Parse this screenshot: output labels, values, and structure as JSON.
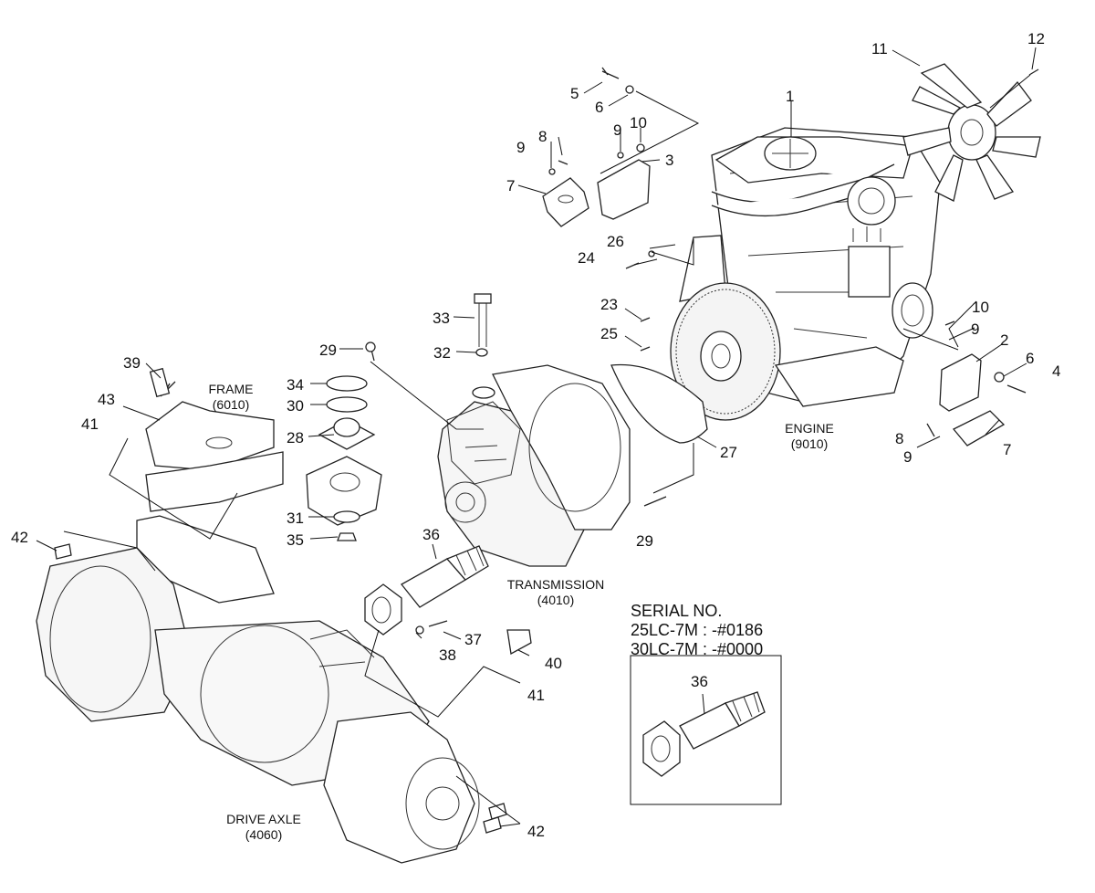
{
  "assemblies": {
    "frame": {
      "name": "FRAME",
      "code": "(6010)"
    },
    "engine": {
      "name": "ENGINE",
      "code": "(9010)"
    },
    "transmission": {
      "name": "TRANSMISSION",
      "code": "(4010)"
    },
    "drive_axle": {
      "name": "DRIVE AXLE",
      "code": "(4060)"
    }
  },
  "serial": {
    "title": "SERIAL NO.",
    "line1": "25LC-7M : -#0186",
    "line2": "30LC-7M : -#0000",
    "inset_part": "36"
  },
  "callouts": {
    "c1": "1",
    "c2": "2",
    "c3": "3",
    "c4": "4",
    "c5": "5",
    "c6a": "6",
    "c6b": "6",
    "c7a": "7",
    "c7b": "7",
    "c8a": "8",
    "c8b": "8",
    "c9a": "9",
    "c9b": "9",
    "c9c": "9",
    "c9d": "9",
    "c10a": "10",
    "c10b": "10",
    "c11": "11",
    "c12": "12",
    "c23": "23",
    "c24": "24",
    "c25": "25",
    "c26": "26",
    "c27": "27",
    "c28": "28",
    "c29a": "29",
    "c29b": "29",
    "c30": "30",
    "c31": "31",
    "c32": "32",
    "c33": "33",
    "c34": "34",
    "c35": "35",
    "c36": "36",
    "c37": "37",
    "c38": "38",
    "c39": "39",
    "c40": "40",
    "c41a": "41",
    "c41b": "41",
    "c42a": "42",
    "c42b": "42",
    "c43": "43"
  }
}
